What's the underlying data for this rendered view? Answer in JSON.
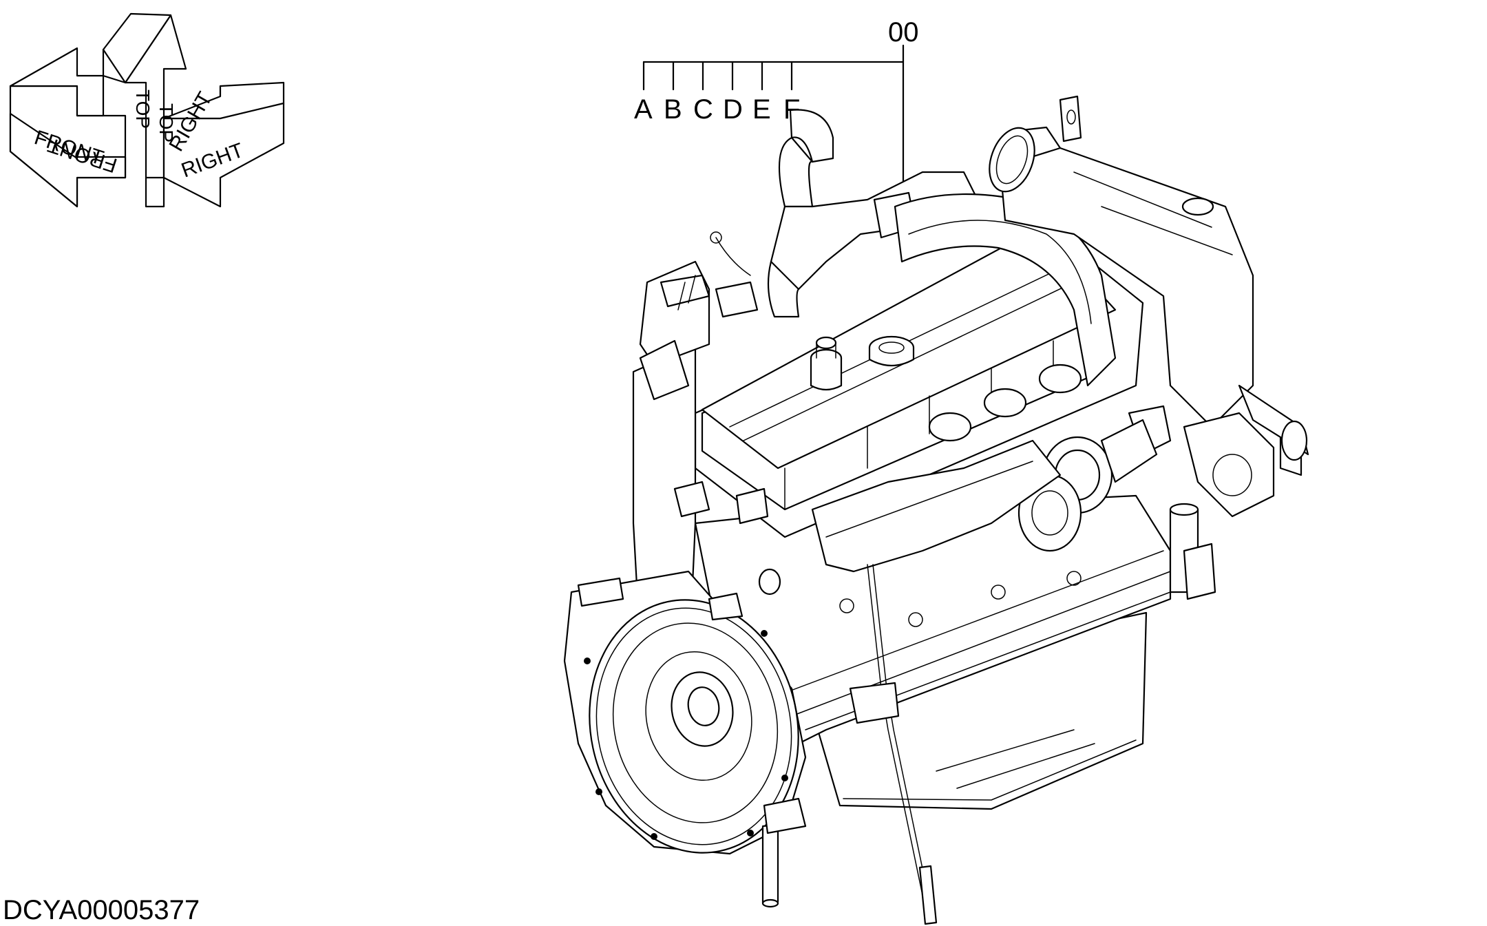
{
  "orientation": {
    "top": "TOP",
    "front": "FRONT",
    "right": "RIGHT"
  },
  "callout": {
    "assembly_ref": "00",
    "letters": [
      "A",
      "B",
      "C",
      "D",
      "E",
      "F"
    ]
  },
  "drawing_id": "DCYA00005377"
}
